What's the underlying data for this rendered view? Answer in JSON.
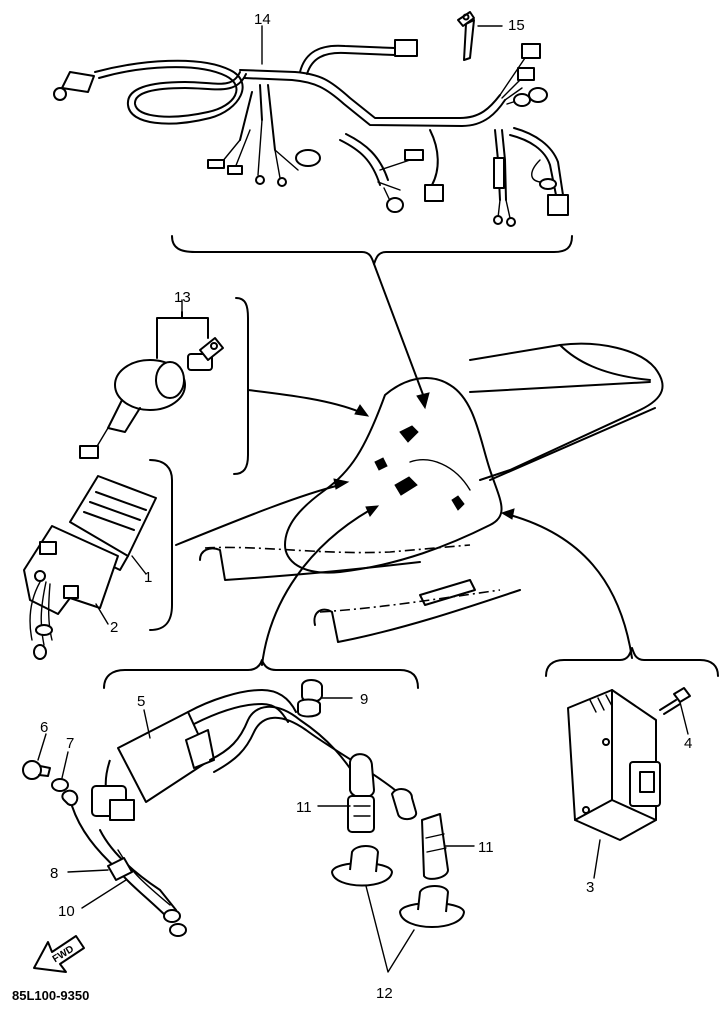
{
  "callouts": {
    "p1": "1",
    "p2": "2",
    "p3": "3",
    "p4": "4",
    "p5": "5",
    "p6": "6",
    "p7": "7",
    "p8": "8",
    "p9": "9",
    "p10": "10",
    "p11a": "11",
    "p11b": "11",
    "p12": "12",
    "p13": "13",
    "p14": "14",
    "p15": "15"
  },
  "direction_arrow": {
    "label": "FWD",
    "icon": "forward-arrow-icon"
  },
  "drawing_code": "85L100-9350"
}
